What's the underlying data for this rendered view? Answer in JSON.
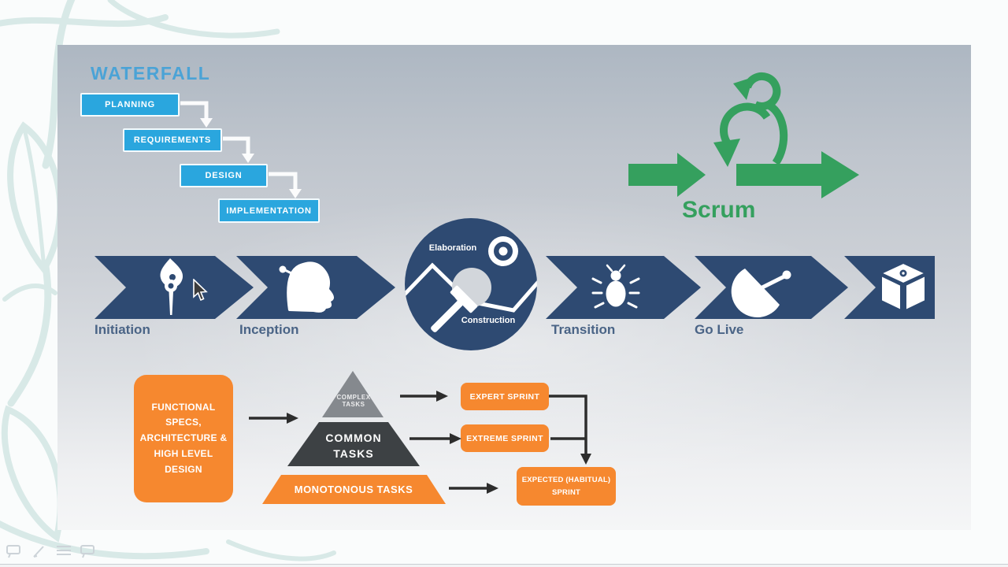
{
  "slide": {
    "waterfall": {
      "title": "WATERFALL",
      "steps": [
        "PLANNING",
        "REQUIREMENTS",
        "DESIGN",
        "IMPLEMENTATION"
      ]
    },
    "scrum": {
      "label": "Scrum"
    },
    "lifecycle": {
      "phases": [
        {
          "label": "Initiation",
          "icon": "torch-icon"
        },
        {
          "label": "Inception",
          "icon": "thinking-head-icon"
        },
        {
          "label": "Transition",
          "icon": "bug-icon"
        },
        {
          "label": "Go Live",
          "icon": "satellite-dish-icon"
        },
        {
          "label": "",
          "icon": "package-cube-icon"
        }
      ],
      "wheel": {
        "top_label": "Elaboration",
        "bottom_label": "Construction",
        "icons": [
          "target-icon",
          "hammer-icon"
        ]
      }
    },
    "mapping": {
      "source_box": "FUNCTIONAL SPECS, ARCHITECTURE & HIGH LEVEL DESIGN",
      "pyramid": {
        "top": "COMPLEX TASKS",
        "middle": "COMMON TASKS",
        "bottom": "MONOTONOUS TASKS"
      },
      "sprints": {
        "expert": "EXPERT SPRINT",
        "extreme": "EXTREME SPRINT",
        "expected": "EXPECTED (HABITUAL) SPRINT"
      }
    }
  },
  "page_icons": [
    "chat-bubble-icon",
    "pencil-icon",
    "menu-icon",
    "chat-bubble-icon"
  ],
  "colors": {
    "waterfall_blue": "#2aa6de",
    "waterfall_title_blue": "#4ba3d6",
    "chevron_navy": "#2e4a72",
    "phase_label_slate": "#4a6486",
    "scrum_green": "#35a05e",
    "orange": "#f6882f",
    "pyramid_dark_gray": "#3d4144",
    "pyramid_mid_gray": "#85898e",
    "connector_black": "#2d2d2d"
  }
}
